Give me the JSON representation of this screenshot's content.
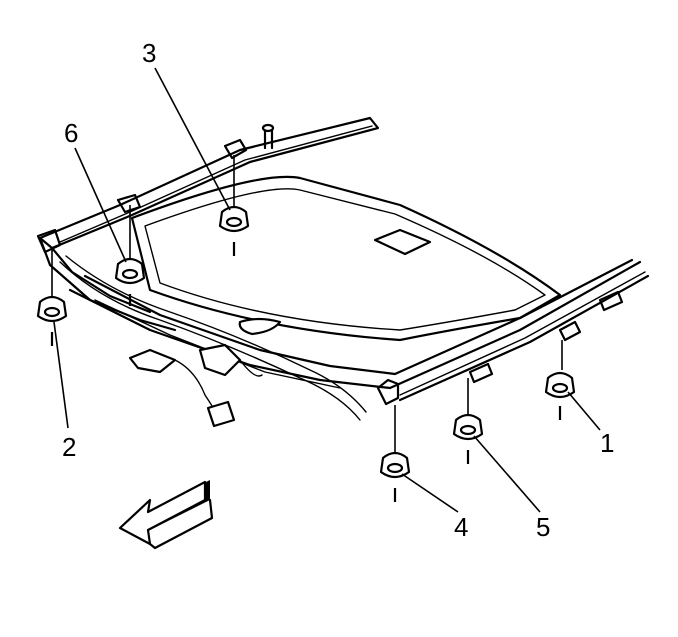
{
  "callouts": [
    {
      "id": "1",
      "label": "1"
    },
    {
      "id": "2",
      "label": "2"
    },
    {
      "id": "3",
      "label": "3"
    },
    {
      "id": "4",
      "label": "4"
    },
    {
      "id": "5",
      "label": "5"
    },
    {
      "id": "6",
      "label": "6"
    }
  ],
  "icons": {
    "direction_arrow": "front-direction-arrow-icon",
    "fastener": "nut-icon"
  }
}
